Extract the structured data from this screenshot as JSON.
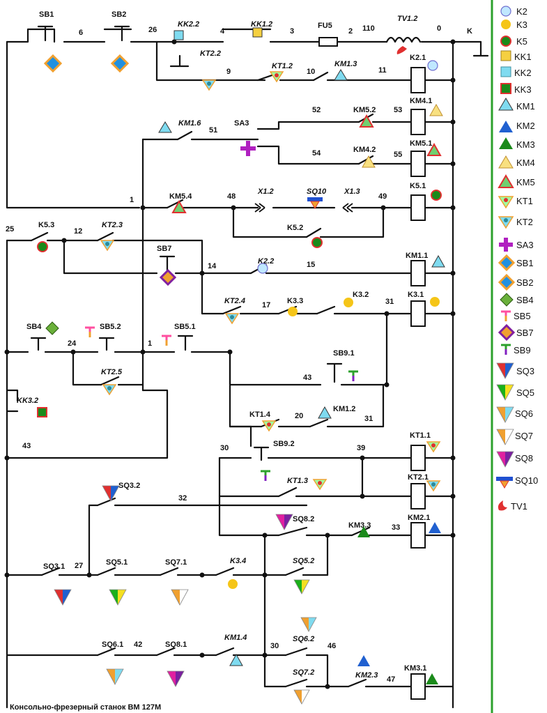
{
  "caption": "Консольно-фрезерный станок ВМ 127М",
  "labels": {
    "SB1": "SB1",
    "SB2": "SB2",
    "KK22": "KK2.2",
    "KK12": "KK1.2",
    "FU5": "FU5",
    "TV12": "TV1.2",
    "n6": "6",
    "n26": "26",
    "n4": "4",
    "n3": "3",
    "n2": "2",
    "n110": "110",
    "n0": "0",
    "K": "K",
    "KT22": "KT2.2",
    "KT12": "KT1.2",
    "KM13": "KM1.3",
    "n9": "9",
    "n10": "10",
    "n11": "11",
    "K21": "K2.1",
    "KM16": "KM1.6",
    "n51": "51",
    "SA3": "SA3",
    "n52": "52",
    "KM52": "KM5.2",
    "n53": "53",
    "KM41": "KM4.1",
    "n54": "54",
    "KM42": "KM4.2",
    "n55": "55",
    "KM51": "KM5.1",
    "n1a": "1",
    "KM54": "KM5.4",
    "n48": "48",
    "X12": "X1.2",
    "SQ10": "SQ10",
    "X13": "X1.3",
    "n49": "49",
    "K51": "K5.1",
    "K52": "K5.2",
    "n25": "25",
    "K53": "K5.3",
    "n12": "12",
    "KT23": "KT2.3",
    "SB7": "SB7",
    "n14": "14",
    "K22": "K2.2",
    "n15": "15",
    "KM11": "KM1.1",
    "KT24": "KT2.4",
    "n17": "17",
    "K33": "K3.3",
    "K32": "K3.2",
    "n31a": "31",
    "K31": "K3.1",
    "SB4": "SB4",
    "SB52": "SB5.2",
    "n24": "24",
    "n1b": "1",
    "SB51": "SB5.1",
    "KT25": "KT2.5",
    "SB91": "SB9.1",
    "n43a": "43",
    "KK32": "KK3.2",
    "KT14": "KT1.4",
    "n20": "20",
    "KM12": "KM1.2",
    "n31b": "31",
    "n43b": "43",
    "n30a": "30",
    "SB92": "SB9.2",
    "n39": "39",
    "KT11": "KT1.1",
    "KT13": "KT1.3",
    "KT21": "KT2.1",
    "SQ32": "SQ3.2",
    "n32": "32",
    "SQ82": "SQ8.2",
    "KM33": "KM3.3",
    "n33": "33",
    "KM21": "KM2.1",
    "SQ31": "SQ3.1",
    "n27": "27",
    "SQ51": "SQ5.1",
    "SQ71": "SQ7.1",
    "K34": "K3.4",
    "SQ52": "SQ5.2",
    "SQ61": "SQ6.1",
    "n42": "42",
    "SQ81": "SQ8.1",
    "KM14": "KM1.4",
    "n30b": "30",
    "SQ62": "SQ6.2",
    "n46": "46",
    "SQ72": "SQ7.2",
    "KM23": "KM2.3",
    "n47": "47",
    "KM31": "KM3.1"
  },
  "legend": [
    {
      "label": "K2",
      "icon": "circle-light-blue-icon"
    },
    {
      "label": "K3",
      "icon": "circle-yellow-icon"
    },
    {
      "label": "K5",
      "icon": "circle-green-red-rim-icon"
    },
    {
      "label": "KK1",
      "icon": "square-yellow-icon"
    },
    {
      "label": "KK2",
      "icon": "square-light-blue-icon"
    },
    {
      "label": "KK3",
      "icon": "square-green-red-rim-icon"
    },
    {
      "label": "KM1",
      "icon": "triangle-light-blue-icon"
    },
    {
      "label": "KM2",
      "icon": "triangle-blue-icon"
    },
    {
      "label": "KM3",
      "icon": "triangle-green-icon"
    },
    {
      "label": "KM4",
      "icon": "triangle-yellow-icon"
    },
    {
      "label": "KM5",
      "icon": "triangle-green-red-rim-icon"
    },
    {
      "label": "KT1",
      "icon": "down-triangle-red-dot-icon"
    },
    {
      "label": "KT2",
      "icon": "down-triangle-blue-dot-icon"
    },
    {
      "label": "SA3",
      "icon": "cross-purple-icon"
    },
    {
      "label": "SB1",
      "icon": "diamond-blue-orange-icon"
    },
    {
      "label": "SB2",
      "icon": "diamond-blue-orange-icon"
    },
    {
      "label": "SB4",
      "icon": "diamond-green-icon"
    },
    {
      "label": "SB5",
      "icon": "t-pink-orange-icon"
    },
    {
      "label": "SB7",
      "icon": "diamond-orange-purple-icon"
    },
    {
      "label": "SB9",
      "icon": "t-green-purple-icon"
    },
    {
      "label": "SQ3",
      "icon": "down-triangle-red-blue-icon"
    },
    {
      "label": "SQ5",
      "icon": "down-triangle-green-yellow-icon"
    },
    {
      "label": "SQ6",
      "icon": "down-triangle-orange-blue-icon"
    },
    {
      "label": "SQ7",
      "icon": "down-triangle-orange-white-icon"
    },
    {
      "label": "SQ8",
      "icon": "down-triangle-magenta-purple-icon"
    },
    {
      "label": "SQ10",
      "icon": "bar-blue-orange-icon"
    },
    {
      "label": "TV1",
      "icon": "crescent-red-icon"
    }
  ],
  "colors": {
    "light_blue": "#7fdbf0",
    "yellow": "#f5c518",
    "green": "#1a8a1a",
    "red": "#e03030",
    "blue": "#2060d0",
    "orange": "#f0a030",
    "purple": "#a020c0",
    "magenta": "#e020a0",
    "pink": "#ff4fa0",
    "divider": "#2ca02c"
  }
}
